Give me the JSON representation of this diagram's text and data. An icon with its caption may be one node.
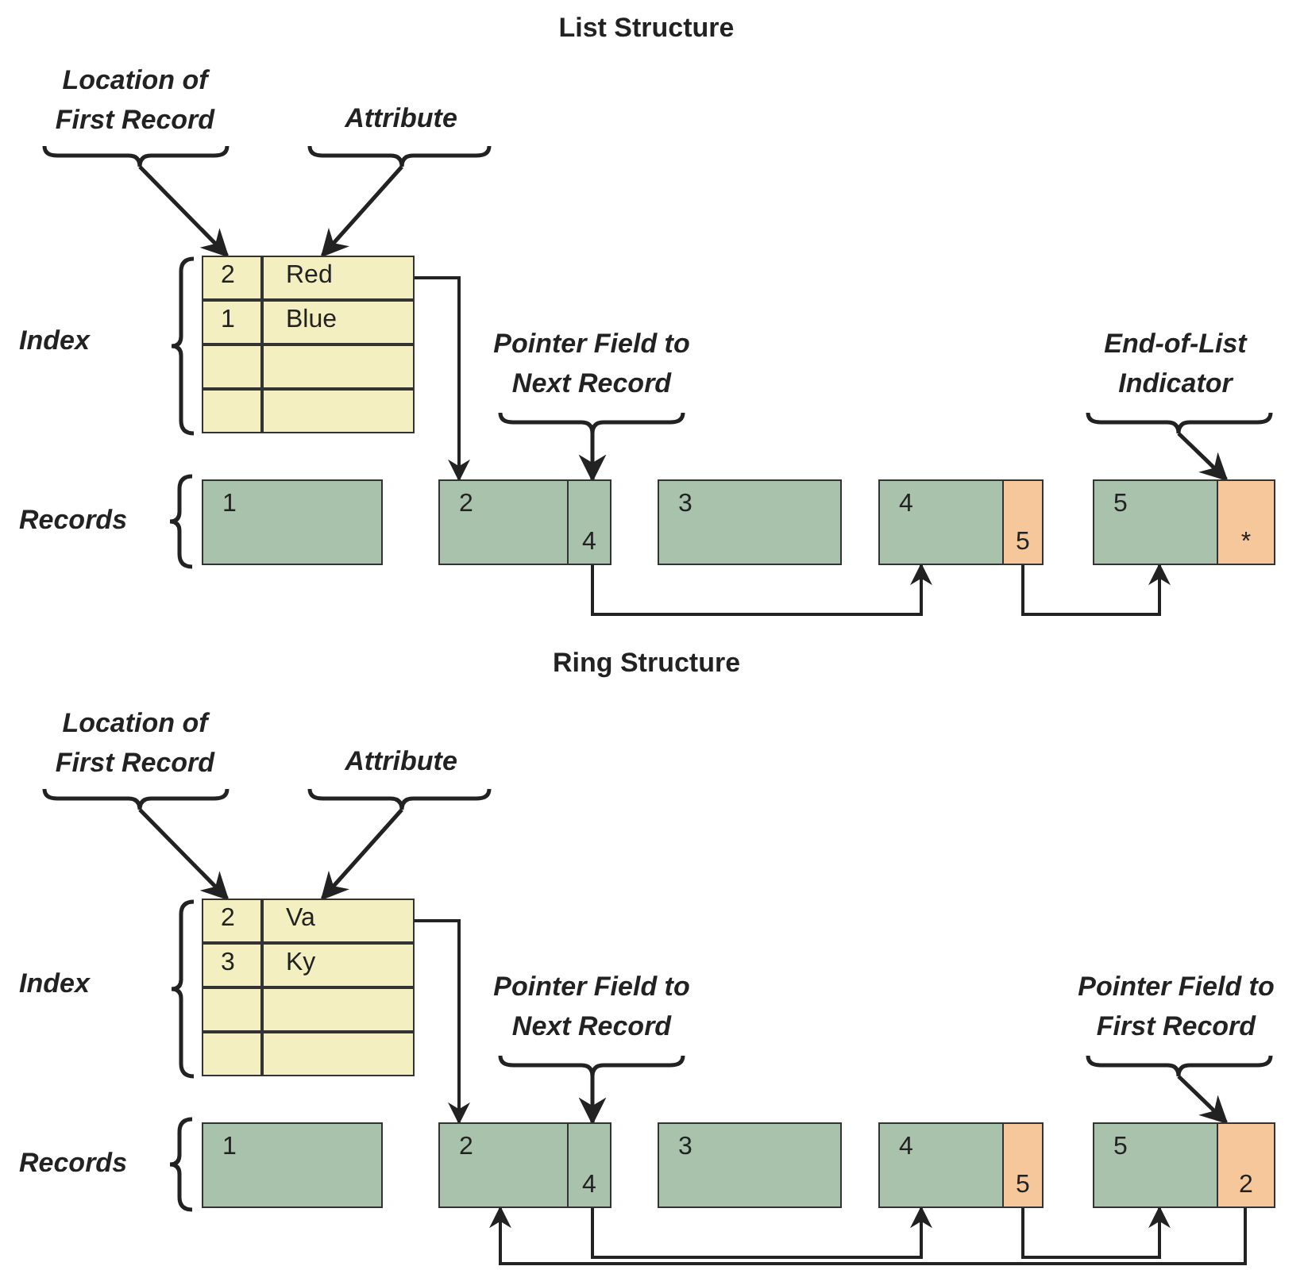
{
  "diagram": {
    "nodes": [
      {
        "text": [
          "Location of First Record"
        ]
      },
      {
        "text": [
          "Attribute"
        ]
      },
      {
        "text": [],
        "shape": "box"
      },
      {
        "text": [
          "2"
        ],
        "in": 2
      },
      {
        "text": [
          "Red"
        ],
        "in": 2
      },
      {
        "text": [
          "1"
        ],
        "in": 2
      },
      {
        "text": [
          "Blue"
        ],
        "in": 2
      },
      {
        "text": [],
        "shape": "box",
        "in": 2
      },
      {
        "text": [],
        "shape": "box",
        "in": 2
      },
      {
        "text": [],
        "shape": "box",
        "in": 2
      },
      {
        "text": [],
        "shape": "box",
        "in": 2
      },
      {
        "text": [
          "Pointer Field to Next Record"
        ]
      },
      {
        "text": [
          "End-of-List Indicator"
        ]
      },
      {
        "text": [
          "1"
        ]
      },
      {
        "text": [
          "2"
        ]
      },
      {
        "text": [
          "4"
        ],
        "in": 14
      },
      {
        "text": [
          "3"
        ]
      },
      {
        "text": [
          "4"
        ]
      },
      {
        "text": [
          "5"
        ],
        "in": 17
      },
      {
        "text": [
          "5"
        ]
      },
      {
        "text": [
          "*"
        ],
        "in": 19
      },
      {
        "text": [
          "Location of First Record"
        ]
      },
      {
        "text": [
          "Attribute"
        ]
      },
      {
        "text": [],
        "shape": "box"
      },
      {
        "text": [
          "2"
        ],
        "in": 23
      },
      {
        "text": [
          "Va"
        ],
        "in": 23
      },
      {
        "text": [
          "3"
        ],
        "in": 23
      },
      {
        "text": [
          "Ky"
        ],
        "in": 23
      },
      {
        "text": [],
        "shape": "box",
        "in": 23
      },
      {
        "text": [],
        "shape": "box",
        "in": 23
      },
      {
        "text": [],
        "shape": "box",
        "in": 23
      },
      {
        "text": [],
        "shape": "box",
        "in": 23
      },
      {
        "text": [
          "Pointer Field to Next Record"
        ]
      },
      {
        "text": [
          "Pointer Field to First Record"
        ]
      },
      {
        "text": [
          "1"
        ]
      },
      {
        "text": [
          "2"
        ]
      },
      {
        "text": [
          "4"
        ],
        "in": 35
      },
      {
        "text": [
          "3"
        ]
      },
      {
        "text": [
          "4"
        ]
      },
      {
        "text": [
          "5"
        ],
        "in": 38
      },
      {
        "text": [
          "5"
        ]
      },
      {
        "text": [
          "2"
        ],
        "in": 40
      }
    ],
    "edges": [
      {
        "from": 0,
        "to": 3,
        "arrow": "to"
      },
      {
        "from": 1,
        "to": 4,
        "arrow": "to"
      },
      {
        "from": 4,
        "to": 14,
        "arrow": "to"
      },
      {
        "from": 11,
        "to": 15,
        "arrow": "to"
      },
      {
        "from": 15,
        "to": 17,
        "arrow": "to"
      },
      {
        "from": 18,
        "to": 19,
        "arrow": "to"
      },
      {
        "from": 12,
        "to": 20,
        "arrow": "to"
      },
      {
        "from": 21,
        "to": 24,
        "arrow": "to"
      },
      {
        "from": 22,
        "to": 25,
        "arrow": "to"
      },
      {
        "from": 25,
        "to": 35,
        "arrow": "to"
      },
      {
        "from": 32,
        "to": 36,
        "arrow": "to"
      },
      {
        "from": 36,
        "to": 38,
        "arrow": "to"
      },
      {
        "from": 39,
        "to": 40,
        "arrow": "to"
      },
      {
        "from": 33,
        "to": 41,
        "arrow": "to"
      },
      {
        "from": 41,
        "to": 35,
        "arrow": "to"
      }
    ],
    "labels": [
      "List Structure",
      "Index",
      "Records",
      "Ring Structure",
      "Index",
      "Records"
    ]
  }
}
